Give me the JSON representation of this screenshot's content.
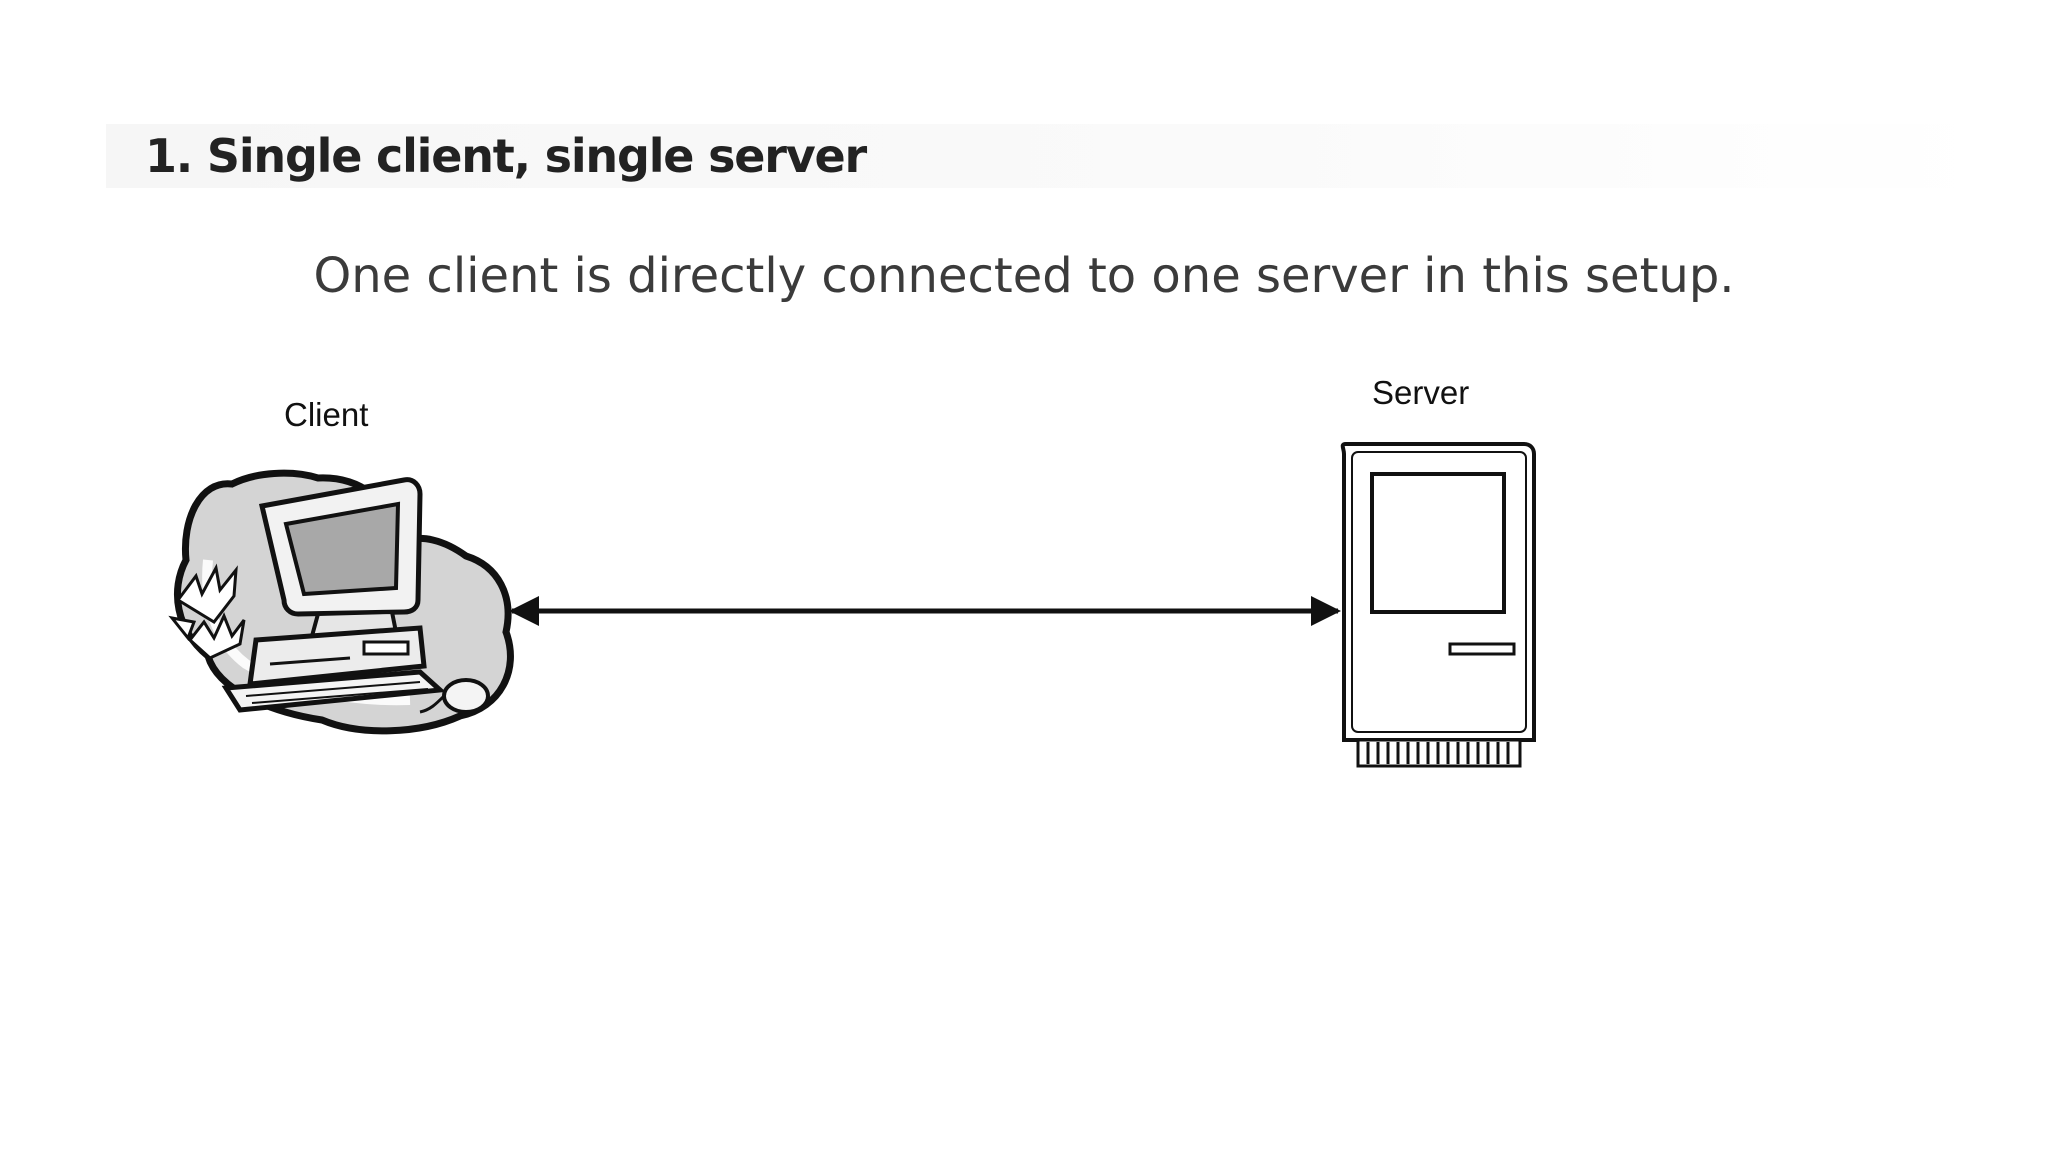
{
  "heading": {
    "title": "1. Single client, single server",
    "description": "One client is directly connected to one server in this setup."
  },
  "diagram": {
    "nodes": {
      "client_label": "Client",
      "server_label": "Server"
    },
    "connection": {
      "type": "bidirectional-arrow",
      "from": "Client",
      "to": "Server"
    }
  },
  "colors": {
    "title_text": "#222222",
    "body_text": "#3b3b3b",
    "line": "#111111",
    "monitor_gray": "#a8a8a8"
  }
}
